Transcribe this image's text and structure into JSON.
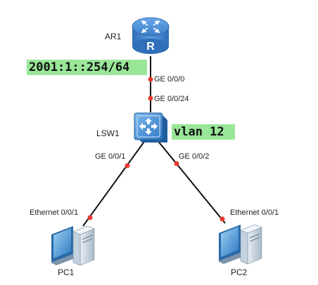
{
  "devices": {
    "router": {
      "name": "AR1",
      "port": "GE 0/0/0",
      "ipv6": "2001:1::254/64"
    },
    "switch": {
      "name": "LSW1",
      "uplink_port": "GE 0/0/24",
      "port_pc1": "GE 0/0/1",
      "port_pc2": "GE 0/0/2",
      "vlan": "vlan 12"
    },
    "pc1": {
      "name": "PC1",
      "port": "Ethernet 0/0/1"
    },
    "pc2": {
      "name": "PC2",
      "port": "Ethernet 0/0/1"
    }
  },
  "colors": {
    "highlight": "#99e699",
    "port_dot": "#e83a2e",
    "link": "#111111",
    "router": "#3b7fc9",
    "switch": "#3b8fd6",
    "pc": "#3f8fd0"
  },
  "icons": {
    "router": "router-icon",
    "switch": "switch-icon",
    "pc": "pc-icon"
  }
}
